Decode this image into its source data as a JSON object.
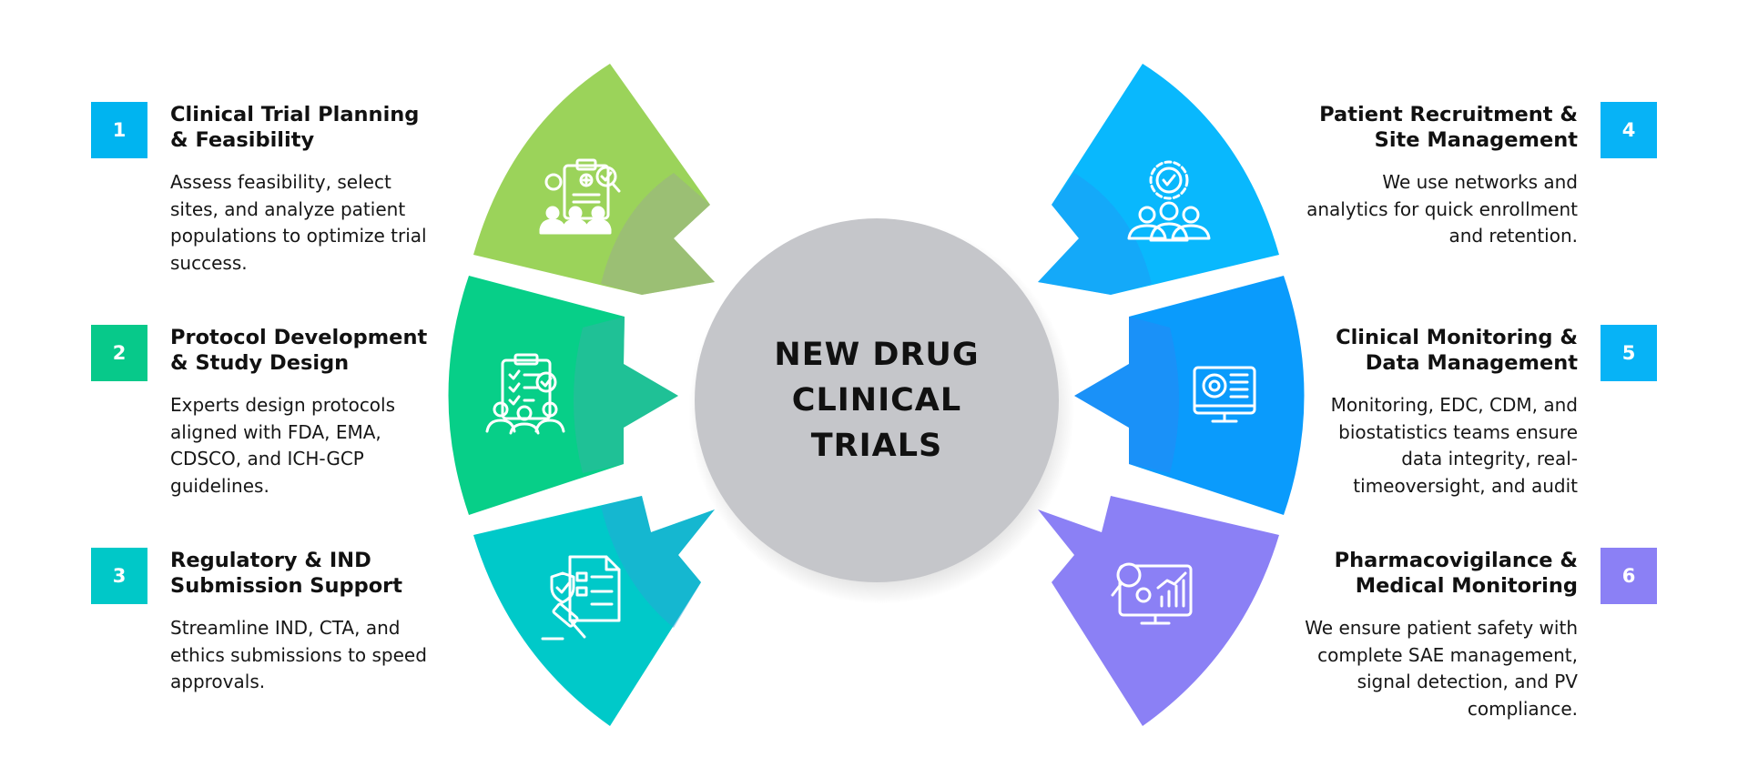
{
  "center": {
    "title": "NEW DRUG\nCLINICAL\nTRIALS"
  },
  "colors": {
    "center_circle": "#c5c6ca",
    "step1": "#9bd35a",
    "step2": "#07cf88",
    "step3": "#00c9c9",
    "step4": "#09b8fd",
    "step5": "#0a9bfc",
    "step6": "#8b80f5",
    "icon": "#ffffff"
  },
  "steps": [
    {
      "number": "1",
      "title": "Clinical Trial Planning & Feasibility",
      "description": "Assess feasibility, select sites, and analyze patient populations to optimize trial success.",
      "icon": "clipboard-team-icon",
      "color": "#00b4f0"
    },
    {
      "number": "2",
      "title": "Protocol Development & Study Design",
      "description": "Experts design protocols aligned with FDA, EMA, CDSCO, and ICH-GCP guidelines.",
      "icon": "checklist-team-icon",
      "color": "#07c98a"
    },
    {
      "number": "3",
      "title": "Regulatory & IND Submission Support",
      "description": "Streamline IND, CTA, and ethics submissions to speed approvals.",
      "icon": "gavel-document-icon",
      "color": "#00c8c8"
    },
    {
      "number": "4",
      "title": "Patient Recruitment & Site Management",
      "description": "We use networks and analytics for quick enrollment and retention.",
      "icon": "team-gear-icon",
      "color": "#07b3f6"
    },
    {
      "number": "5",
      "title": "Clinical Monitoring & Data Management",
      "description": "Monitoring, EDC, CDM, and biostatistics teams ensure data integrity, real-timeoversight, and audit",
      "icon": "monitor-dashboard-icon",
      "color": "#07b3f6"
    },
    {
      "number": "6",
      "title": "Pharmacovigilance & Medical Monitoring",
      "description": "We ensure patient safety with complete SAE management, signal detection, and PV compliance.",
      "icon": "monitor-analytics-icon",
      "color": "#8b80f5"
    }
  ]
}
